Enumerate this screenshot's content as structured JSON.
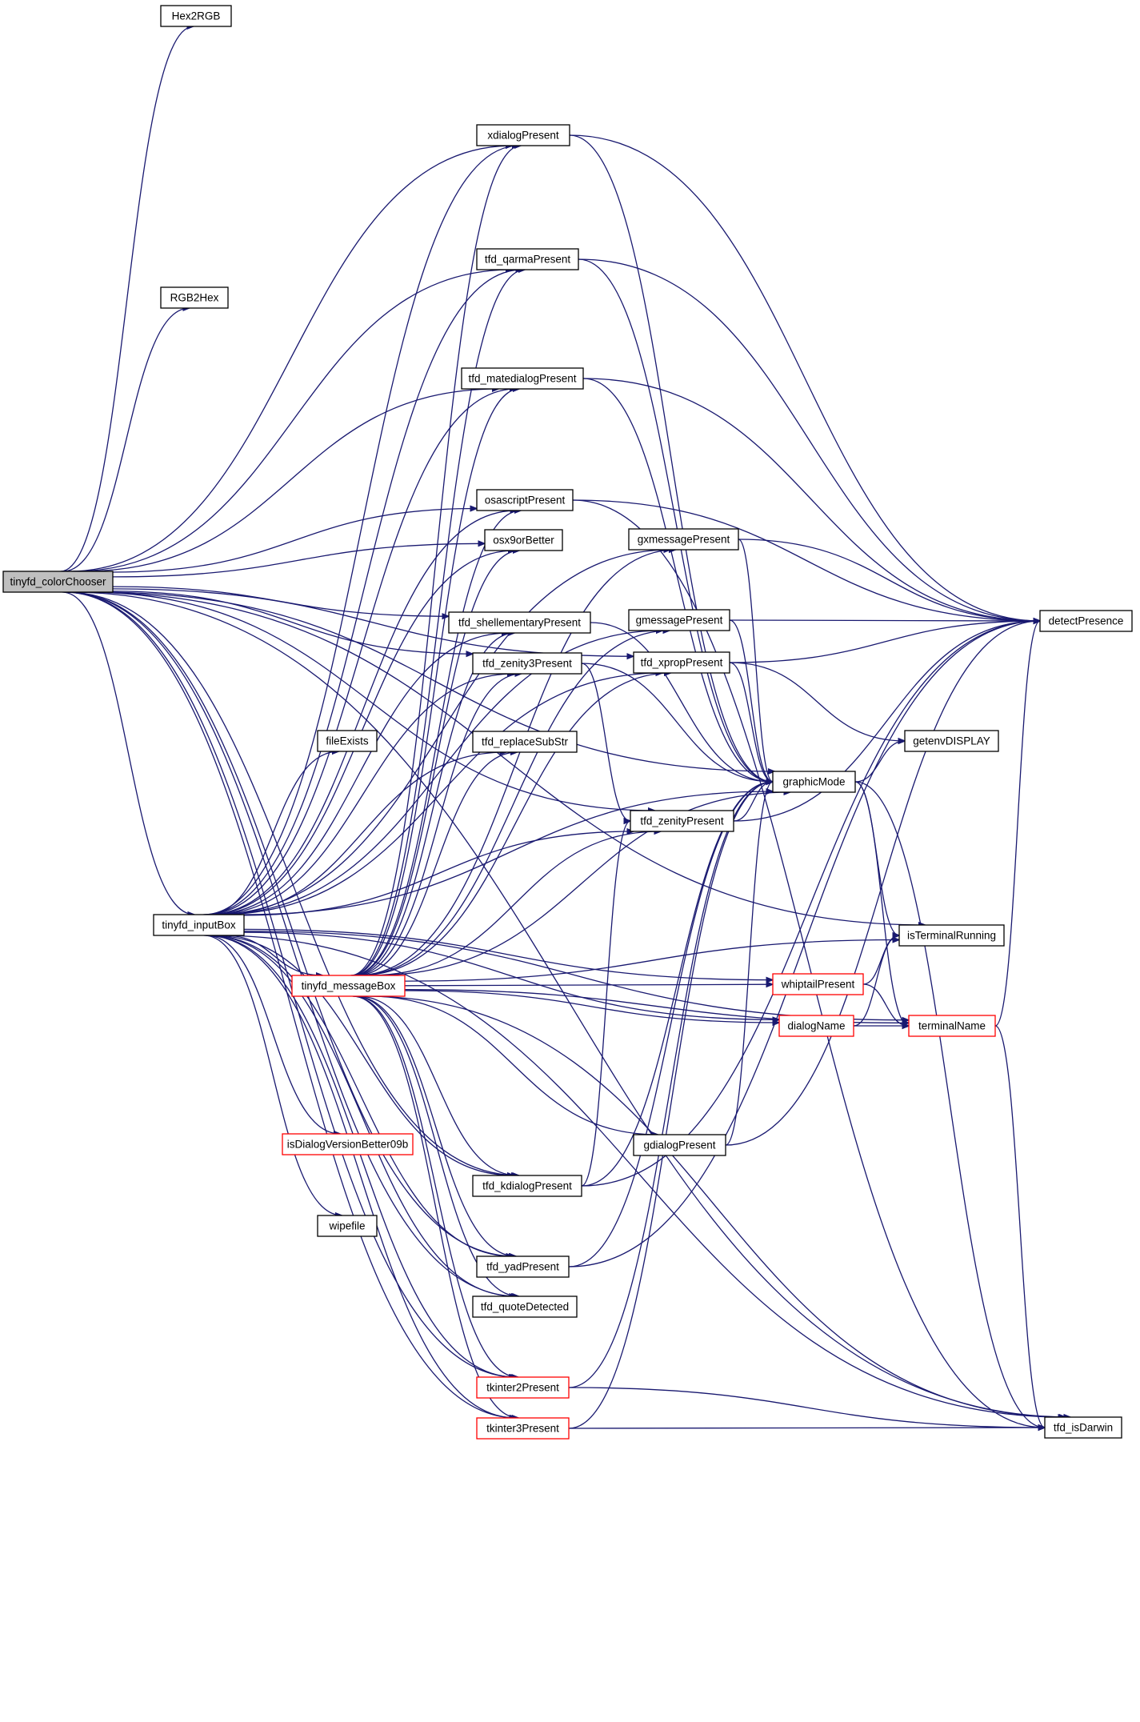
{
  "colors": {
    "edge": "#191970",
    "node_border": "#000000",
    "node_border_incomplete": "#ff0000",
    "root_fill": "#bfbfbf",
    "node_fill": "#ffffff",
    "text": "#000000"
  },
  "nodes": [
    {
      "id": "tinyfd_colorChooser",
      "label": "tinyfd_colorChooser",
      "style": "root"
    },
    {
      "id": "Hex2RGB",
      "label": "Hex2RGB",
      "style": "normal"
    },
    {
      "id": "RGB2Hex",
      "label": "RGB2Hex",
      "style": "normal"
    },
    {
      "id": "xdialogPresent",
      "label": "xdialogPresent",
      "style": "normal"
    },
    {
      "id": "tfd_qarmaPresent",
      "label": "tfd_qarmaPresent",
      "style": "normal"
    },
    {
      "id": "tfd_matedialogPresent",
      "label": "tfd_matedialogPresent",
      "style": "normal"
    },
    {
      "id": "osascriptPresent",
      "label": "osascriptPresent",
      "style": "normal"
    },
    {
      "id": "osx9orBetter",
      "label": "osx9orBetter",
      "style": "normal"
    },
    {
      "id": "tfd_shellementaryPresent",
      "label": "tfd_shellementaryPresent",
      "style": "normal"
    },
    {
      "id": "tfd_zenity3Present",
      "label": "tfd_zenity3Present",
      "style": "normal"
    },
    {
      "id": "fileExists",
      "label": "fileExists",
      "style": "normal"
    },
    {
      "id": "tfd_replaceSubStr",
      "label": "tfd_replaceSubStr",
      "style": "normal"
    },
    {
      "id": "tinyfd_inputBox",
      "label": "tinyfd_inputBox",
      "style": "normal"
    },
    {
      "id": "tinyfd_messageBox",
      "label": "tinyfd_messageBox",
      "style": "red"
    },
    {
      "id": "isDialogVersionBetter09b",
      "label": "isDialogVersionBetter09b",
      "style": "red"
    },
    {
      "id": "wipefile",
      "label": "wipefile",
      "style": "normal"
    },
    {
      "id": "tfd_kdialogPresent",
      "label": "tfd_kdialogPresent",
      "style": "normal"
    },
    {
      "id": "tfd_yadPresent",
      "label": "tfd_yadPresent",
      "style": "normal"
    },
    {
      "id": "tfd_quoteDetected",
      "label": "tfd_quoteDetected",
      "style": "normal"
    },
    {
      "id": "tkinter2Present",
      "label": "tkinter2Present",
      "style": "red"
    },
    {
      "id": "tkinter3Present",
      "label": "tkinter3Present",
      "style": "red"
    },
    {
      "id": "gxmessagePresent",
      "label": "gxmessagePresent",
      "style": "normal"
    },
    {
      "id": "gmessagePresent",
      "label": "gmessagePresent",
      "style": "normal"
    },
    {
      "id": "tfd_xpropPresent",
      "label": "tfd_xpropPresent",
      "style": "normal"
    },
    {
      "id": "tfd_zenityPresent",
      "label": "tfd_zenityPresent",
      "style": "normal"
    },
    {
      "id": "gdialogPresent",
      "label": "gdialogPresent",
      "style": "normal"
    },
    {
      "id": "graphicMode",
      "label": "graphicMode",
      "style": "normal"
    },
    {
      "id": "getenvDISPLAY",
      "label": "getenvDISPLAY",
      "style": "normal"
    },
    {
      "id": "whiptailPresent",
      "label": "whiptailPresent",
      "style": "red"
    },
    {
      "id": "dialogName",
      "label": "dialogName",
      "style": "red"
    },
    {
      "id": "isTerminalRunning",
      "label": "isTerminalRunning",
      "style": "normal"
    },
    {
      "id": "terminalName",
      "label": "terminalName",
      "style": "red"
    },
    {
      "id": "detectPresence",
      "label": "detectPresence",
      "style": "normal"
    },
    {
      "id": "tfd_isDarwin",
      "label": "tfd_isDarwin",
      "style": "normal"
    }
  ],
  "edges": [
    [
      "tinyfd_colorChooser",
      "Hex2RGB"
    ],
    [
      "tinyfd_colorChooser",
      "RGB2Hex"
    ],
    [
      "tinyfd_colorChooser",
      "xdialogPresent"
    ],
    [
      "tinyfd_colorChooser",
      "tfd_qarmaPresent"
    ],
    [
      "tinyfd_colorChooser",
      "tfd_matedialogPresent"
    ],
    [
      "tinyfd_colorChooser",
      "osascriptPresent"
    ],
    [
      "tinyfd_colorChooser",
      "osx9orBetter"
    ],
    [
      "tinyfd_colorChooser",
      "tfd_shellementaryPresent"
    ],
    [
      "tinyfd_colorChooser",
      "tfd_zenity3Present"
    ],
    [
      "tinyfd_colorChooser",
      "tinyfd_inputBox"
    ],
    [
      "tinyfd_colorChooser",
      "tfd_kdialogPresent"
    ],
    [
      "tinyfd_colorChooser",
      "tfd_yadPresent"
    ],
    [
      "tinyfd_colorChooser",
      "tfd_quoteDetected"
    ],
    [
      "tinyfd_colorChooser",
      "tkinter2Present"
    ],
    [
      "tinyfd_colorChooser",
      "tkinter3Present"
    ],
    [
      "tinyfd_colorChooser",
      "isTerminalRunning"
    ],
    [
      "tinyfd_colorChooser",
      "graphicMode"
    ],
    [
      "tinyfd_colorChooser",
      "tfd_isDarwin"
    ],
    [
      "tinyfd_colorChooser",
      "tfd_xpropPresent"
    ],
    [
      "tinyfd_colorChooser",
      "tfd_zenityPresent"
    ],
    [
      "tinyfd_inputBox",
      "xdialogPresent"
    ],
    [
      "tinyfd_inputBox",
      "tfd_qarmaPresent"
    ],
    [
      "tinyfd_inputBox",
      "tfd_matedialogPresent"
    ],
    [
      "tinyfd_inputBox",
      "osascriptPresent"
    ],
    [
      "tinyfd_inputBox",
      "osx9orBetter"
    ],
    [
      "tinyfd_inputBox",
      "tfd_shellementaryPresent"
    ],
    [
      "tinyfd_inputBox",
      "tfd_zenity3Present"
    ],
    [
      "tinyfd_inputBox",
      "fileExists"
    ],
    [
      "tinyfd_inputBox",
      "tfd_replaceSubStr"
    ],
    [
      "tinyfd_inputBox",
      "tinyfd_messageBox"
    ],
    [
      "tinyfd_inputBox",
      "isDialogVersionBetter09b"
    ],
    [
      "tinyfd_inputBox",
      "wipefile"
    ],
    [
      "tinyfd_inputBox",
      "tfd_kdialogPresent"
    ],
    [
      "tinyfd_inputBox",
      "tfd_yadPresent"
    ],
    [
      "tinyfd_inputBox",
      "tfd_quoteDetected"
    ],
    [
      "tinyfd_inputBox",
      "tkinter2Present"
    ],
    [
      "tinyfd_inputBox",
      "tkinter3Present"
    ],
    [
      "tinyfd_inputBox",
      "gxmessagePresent"
    ],
    [
      "tinyfd_inputBox",
      "gmessagePresent"
    ],
    [
      "tinyfd_inputBox",
      "tfd_xpropPresent"
    ],
    [
      "tinyfd_inputBox",
      "tfd_zenityPresent"
    ],
    [
      "tinyfd_inputBox",
      "graphicMode"
    ],
    [
      "tinyfd_inputBox",
      "whiptailPresent"
    ],
    [
      "tinyfd_inputBox",
      "dialogName"
    ],
    [
      "tinyfd_inputBox",
      "terminalName"
    ],
    [
      "tinyfd_inputBox",
      "tfd_isDarwin"
    ],
    [
      "tinyfd_messageBox",
      "xdialogPresent"
    ],
    [
      "tinyfd_messageBox",
      "tfd_qarmaPresent"
    ],
    [
      "tinyfd_messageBox",
      "tfd_matedialogPresent"
    ],
    [
      "tinyfd_messageBox",
      "osascriptPresent"
    ],
    [
      "tinyfd_messageBox",
      "osx9orBetter"
    ],
    [
      "tinyfd_messageBox",
      "tfd_shellementaryPresent"
    ],
    [
      "tinyfd_messageBox",
      "tfd_zenity3Present"
    ],
    [
      "tinyfd_messageBox",
      "tfd_replaceSubStr"
    ],
    [
      "tinyfd_messageBox",
      "gxmessagePresent"
    ],
    [
      "tinyfd_messageBox",
      "gmessagePresent"
    ],
    [
      "tinyfd_messageBox",
      "tfd_xpropPresent"
    ],
    [
      "tinyfd_messageBox",
      "tfd_zenityPresent"
    ],
    [
      "tinyfd_messageBox",
      "graphicMode"
    ],
    [
      "tinyfd_messageBox",
      "isTerminalRunning"
    ],
    [
      "tinyfd_messageBox",
      "whiptailPresent"
    ],
    [
      "tinyfd_messageBox",
      "dialogName"
    ],
    [
      "tinyfd_messageBox",
      "terminalName"
    ],
    [
      "tinyfd_messageBox",
      "gdialogPresent"
    ],
    [
      "tinyfd_messageBox",
      "tfd_kdialogPresent"
    ],
    [
      "tinyfd_messageBox",
      "tfd_yadPresent"
    ],
    [
      "tinyfd_messageBox",
      "tfd_quoteDetected"
    ],
    [
      "tinyfd_messageBox",
      "tkinter2Present"
    ],
    [
      "tinyfd_messageBox",
      "tkinter3Present"
    ],
    [
      "tinyfd_messageBox",
      "tfd_isDarwin"
    ],
    [
      "xdialogPresent",
      "detectPresence"
    ],
    [
      "xdialogPresent",
      "graphicMode"
    ],
    [
      "tfd_qarmaPresent",
      "detectPresence"
    ],
    [
      "tfd_qarmaPresent",
      "graphicMode"
    ],
    [
      "tfd_matedialogPresent",
      "detectPresence"
    ],
    [
      "tfd_matedialogPresent",
      "graphicMode"
    ],
    [
      "osascriptPresent",
      "detectPresence"
    ],
    [
      "osascriptPresent",
      "tfd_isDarwin"
    ],
    [
      "tfd_shellementaryPresent",
      "graphicMode"
    ],
    [
      "tfd_zenity3Present",
      "tfd_zenityPresent"
    ],
    [
      "tfd_zenity3Present",
      "graphicMode"
    ],
    [
      "gxmessagePresent",
      "detectPresence"
    ],
    [
      "gxmessagePresent",
      "graphicMode"
    ],
    [
      "gmessagePresent",
      "detectPresence"
    ],
    [
      "gmessagePresent",
      "graphicMode"
    ],
    [
      "tfd_xpropPresent",
      "detectPresence"
    ],
    [
      "tfd_xpropPresent",
      "getenvDISPLAY"
    ],
    [
      "tfd_xpropPresent",
      "graphicMode"
    ],
    [
      "tfd_zenityPresent",
      "detectPresence"
    ],
    [
      "tfd_zenityPresent",
      "graphicMode"
    ],
    [
      "graphicMode",
      "getenvDISPLAY"
    ],
    [
      "graphicMode",
      "isTerminalRunning"
    ],
    [
      "graphicMode",
      "terminalName"
    ],
    [
      "graphicMode",
      "tfd_isDarwin"
    ],
    [
      "whiptailPresent",
      "isTerminalRunning"
    ],
    [
      "whiptailPresent",
      "terminalName"
    ],
    [
      "dialogName",
      "isTerminalRunning"
    ],
    [
      "dialogName",
      "terminalName"
    ],
    [
      "terminalName",
      "detectPresence"
    ],
    [
      "terminalName",
      "tfd_isDarwin"
    ],
    [
      "gdialogPresent",
      "detectPresence"
    ],
    [
      "gdialogPresent",
      "graphicMode"
    ],
    [
      "tfd_kdialogPresent",
      "detectPresence"
    ],
    [
      "tfd_kdialogPresent",
      "graphicMode"
    ],
    [
      "tfd_kdialogPresent",
      "tfd_zenityPresent"
    ],
    [
      "tfd_yadPresent",
      "detectPresence"
    ],
    [
      "tfd_yadPresent",
      "graphicMode"
    ],
    [
      "tkinter2Present",
      "graphicMode"
    ],
    [
      "tkinter2Present",
      "tfd_isDarwin"
    ],
    [
      "tkinter3Present",
      "graphicMode"
    ],
    [
      "tkinter3Present",
      "tfd_isDarwin"
    ]
  ]
}
